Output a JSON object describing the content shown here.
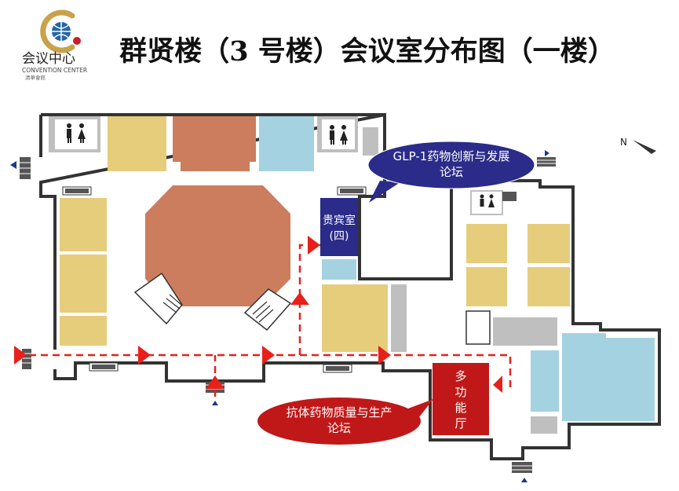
{
  "header": {
    "title": "群贤楼（3 号楼）会议室分布图（一楼）",
    "logo_cn": "会议中心",
    "logo_en": "CONVENTION CENTER",
    "logo_small": "清華會館"
  },
  "rooms": {
    "vip_room": {
      "line1": "贵宾室",
      "line2": "(四)"
    },
    "multi_hall": {
      "chars": [
        "多",
        "功",
        "能",
        "厅"
      ]
    }
  },
  "callouts": {
    "glp": {
      "line1": "GLP-1药物创新与发展",
      "line2": "论坛"
    },
    "antibody": {
      "line1": "抗体药物质量与生产",
      "line2": "论坛"
    }
  },
  "compass": {
    "label": "N"
  },
  "colors": {
    "navy": "#2b2b8a",
    "red": "#c01818",
    "path": "#e8201c",
    "tan": "#e6cd7c",
    "brick": "#cc7d5e",
    "blue": "#a5d2e1",
    "grey": "#bfbfbf",
    "wall": "#333333"
  },
  "icons": {
    "restroom": "restroom-icon",
    "stairs": "stairs-icon",
    "compass": "north-arrow-icon"
  }
}
